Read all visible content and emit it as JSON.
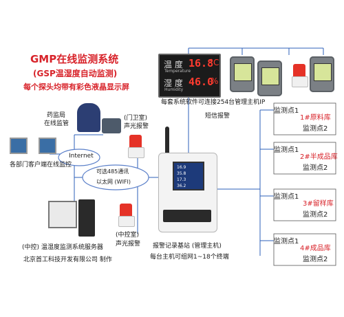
{
  "title": "GMP在线监测系统",
  "subtitle": "(GSP温湿度自动监测)",
  "subtitle2": "每个探头均带有彩色液晶显示屏",
  "led": {
    "row1_label": "温  度",
    "row1_value": "16.8",
    "row1_unit": "°C",
    "row1_en": "Temperature",
    "row2_label": "湿  度",
    "row2_value": "46.0",
    "row2_unit": "%",
    "row2_en": "Humidity"
  },
  "host_screen": {
    "v1": "16.9",
    "v2": "35.8",
    "v3": "17.3",
    "v4": "36.2"
  },
  "labels": {
    "software": "每套系统软件可连接254台管理主机IP",
    "sms": "短信报警",
    "fda1": "药监局",
    "fda2": "在线监管",
    "guard1": "(门卫室)",
    "guard2": "声光报警",
    "internet": "Internet",
    "clients": "各部门客户端在线监控",
    "net1": "可选485通讯",
    "net2": "以太网 (WIFI)",
    "server1": "(中控) 温湿度监测系统服务器",
    "server2": "北京首工科技开发有限公司 制作",
    "ctrl1": "(中控室)",
    "ctrl2": "声光报警",
    "host1": "报警记录基站 (管理主机)",
    "host2": "每台主机可组网1~18个终端"
  },
  "groups": [
    {
      "p1": "监测点1",
      "name": "1#原料库",
      "p2": "监测点2"
    },
    {
      "p1": "监测点1",
      "name": "2#半成品库",
      "p2": "监测点2"
    },
    {
      "p1": "监测点1",
      "name": "3#留样库",
      "p2": "监测点2"
    },
    {
      "p1": "监测点1",
      "name": "4#成品库",
      "p2": "监测点2"
    }
  ],
  "colors": {
    "title_red": "#d8232a",
    "line_blue": "#2b5fb8",
    "led_red": "#ff3b2f"
  }
}
